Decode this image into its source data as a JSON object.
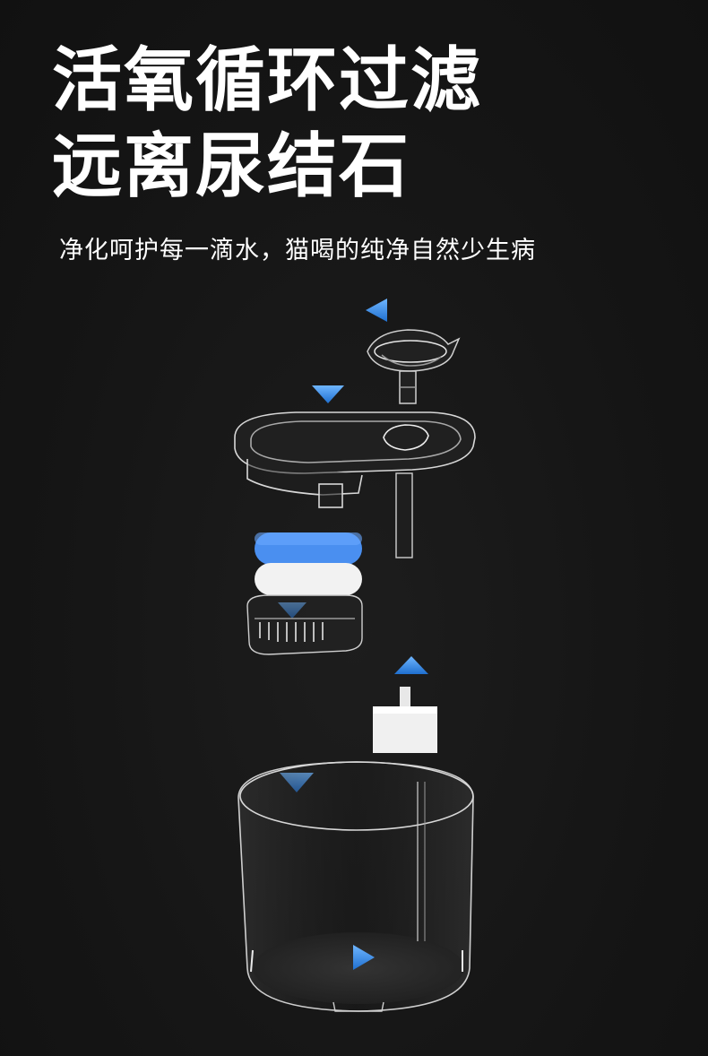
{
  "headline": {
    "line1": "活氧循环过滤",
    "line2": "远离尿结石"
  },
  "subtitle": "净化呵护每一滴水，猫喝的纯净自然少生病",
  "colors": {
    "background": "#161616",
    "flow_line": "#2f8fe6",
    "flow_arrow": "#3a9bf0",
    "filter_blue": "#4a8ff0",
    "filter_white": "#f2f2f2"
  },
  "icons": {
    "flow_arrow": "triangle-arrow"
  }
}
